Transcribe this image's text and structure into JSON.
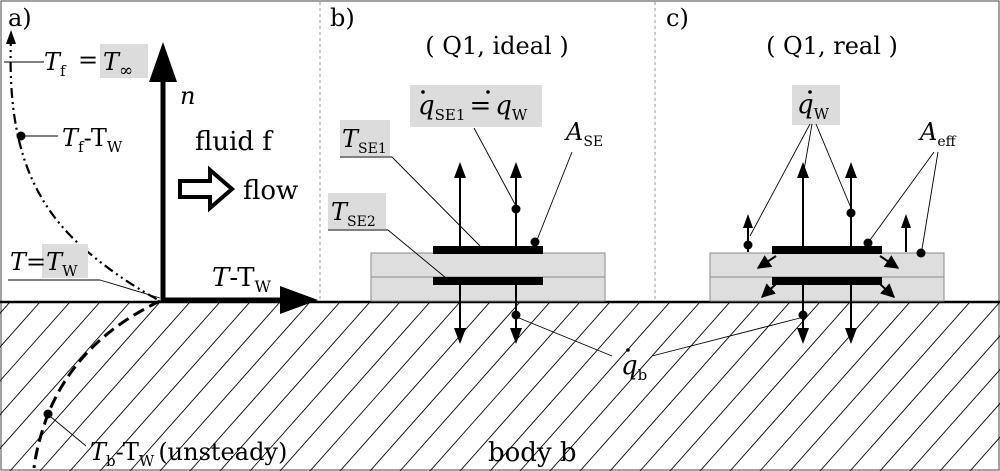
{
  "panels": {
    "a": "a)",
    "b": "b)",
    "c": "c)"
  },
  "titles": {
    "ideal": "( Q1, ideal )",
    "real": "( Q1, real )"
  },
  "axis": {
    "n": "n",
    "x_main": "T",
    "x_sub": "-T",
    "x_subsub": "W"
  },
  "fluid": {
    "label": "fluid f",
    "flow": "flow"
  },
  "body_label": "body b",
  "panel_a": {
    "tf": "T",
    "tf_sub": "f",
    "tf_eq": "=",
    "tinf": "T",
    "tinf_sub": "∞",
    "tfw": "T",
    "tfw_sub": "f",
    "tfw_mid": "-T",
    "tfw_sub2": "W",
    "tw_lhs": "T",
    "tw_eq": "=",
    "tw_rhs": "T",
    "tw_sub": "W",
    "tbw": "T",
    "tbw_sub": "b",
    "tbw_mid": "-T",
    "tbw_sub2": "W",
    "tbw_note": "(unsteady)"
  },
  "panel_b": {
    "tse1": "T",
    "tse1_sub": "SE1",
    "tse2": "T",
    "tse2_sub": "SE2",
    "q_se1": "q",
    "q_se1_sub": "SE1",
    "q_eq": "=",
    "q_w": "q",
    "q_w_sub": "W",
    "ase": "A",
    "ase_sub": "SE"
  },
  "panel_c": {
    "q_w": "q",
    "q_w_sub": "W",
    "aeff": "A",
    "aeff_sub": "eff"
  },
  "qb": "q",
  "qb_sub": "b"
}
